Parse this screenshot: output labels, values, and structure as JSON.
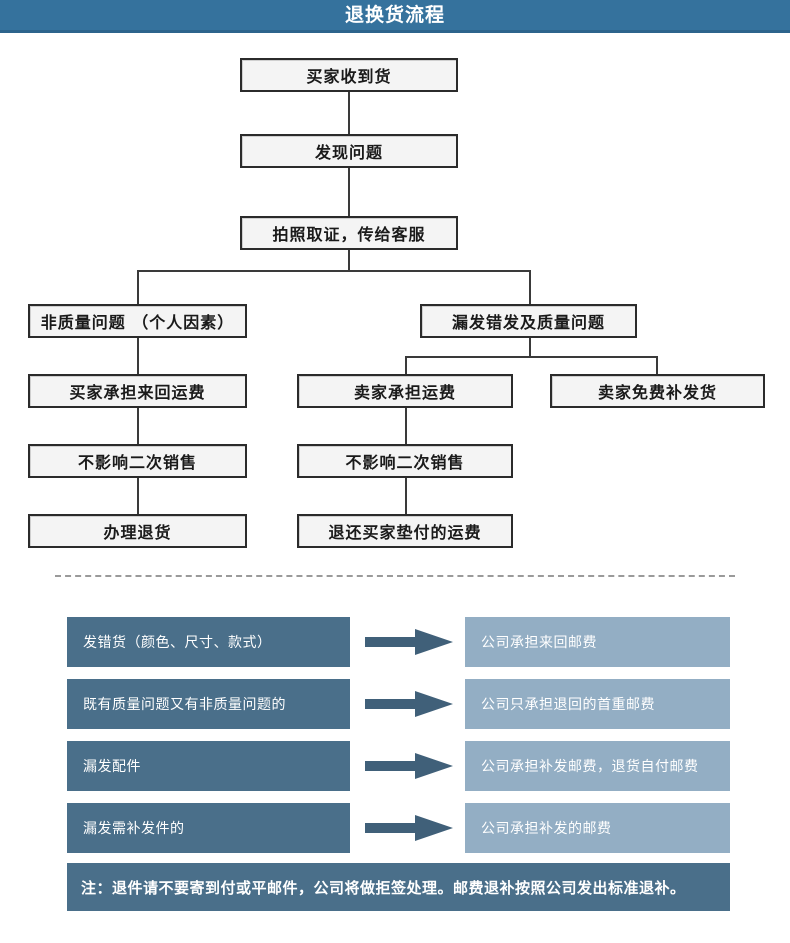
{
  "header": {
    "title": "退换货流程",
    "band_color": "#35729d",
    "title_color": "#ffffff"
  },
  "flowchart": {
    "nodes": [
      {
        "id": "n1",
        "label": "买家收到货"
      },
      {
        "id": "n2",
        "label": "发现问题"
      },
      {
        "id": "n3",
        "label": "拍照取证，传给客服"
      },
      {
        "id": "n4",
        "label": "非质量问题 （个人因素）"
      },
      {
        "id": "n5",
        "label": "漏发错发及质量问题"
      },
      {
        "id": "n6",
        "label": "买家承担来回运费"
      },
      {
        "id": "n7",
        "label": "卖家承担运费"
      },
      {
        "id": "n8",
        "label": "卖家免费补发货"
      },
      {
        "id": "n9",
        "label": "不影响二次销售"
      },
      {
        "id": "n10",
        "label": "不影响二次销售"
      },
      {
        "id": "n11",
        "label": "办理退货"
      },
      {
        "id": "n12",
        "label": "退还买家垫付的运费"
      }
    ],
    "box_fill": "#f4f4f4",
    "box_border": "#2b2b2b",
    "connector_color": "#3a3a3a"
  },
  "divider": {
    "style": "dashed",
    "color": "#9a9a9a"
  },
  "matrix": {
    "left_color": "#4a6f8a",
    "right_color": "#93aec4",
    "arrow_color": "#406079",
    "rows": [
      {
        "cause": "发错货（颜色、尺寸、款式）",
        "arrow": "arrow-right-icon",
        "result": "公司承担来回邮费"
      },
      {
        "cause": "既有质量问题又有非质量问题的",
        "arrow": "arrow-right-icon",
        "result": "公司只承担退回的首重邮费"
      },
      {
        "cause": "漏发配件",
        "arrow": "arrow-right-icon",
        "result": "公司承担补发邮费，退货自付邮费"
      },
      {
        "cause": "漏发需补发件的",
        "arrow": "arrow-right-icon",
        "result": "公司承担补发的邮费"
      }
    ],
    "note": "注：退件请不要寄到付或平邮件，公司将做拒签处理。邮费退补按照公司发出标准退补。"
  }
}
